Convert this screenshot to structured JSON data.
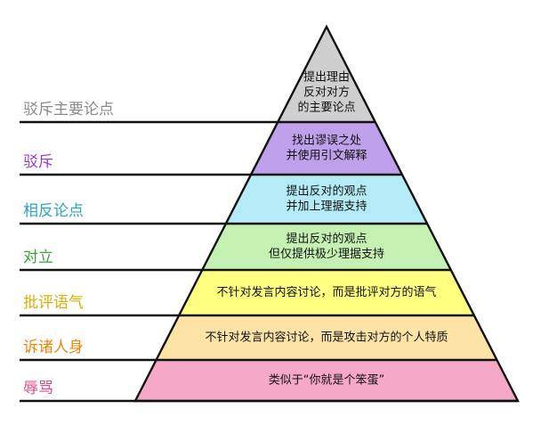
{
  "levels": [
    {
      "id": "l1",
      "label": "驳斥主要论点",
      "label_color": "#8a8a8a",
      "fill": "#cfcfcf",
      "text": [
        "提出理由",
        "反对对方",
        "的主要论点"
      ]
    },
    {
      "id": "l2",
      "label": "驳斥",
      "label_color": "#9b3fd1",
      "fill": "#bfa0ea",
      "text": [
        "找出谬误之处",
        "并使用引文解释"
      ]
    },
    {
      "id": "l3",
      "label": "相反论点",
      "label_color": "#2aa6c2",
      "fill": "#b4ebf6",
      "text": [
        "提出反对的观点",
        "并加上理据支持"
      ]
    },
    {
      "id": "l4",
      "label": "对立",
      "label_color": "#3aa33a",
      "fill": "#c4f0b2",
      "text": [
        "提出反对的观点",
        "但仅提供极少理据支持"
      ]
    },
    {
      "id": "l5",
      "label": "批评语气",
      "label_color": "#d2b400",
      "fill": "#ffff80",
      "text": [
        "不针对发言内容讨论，而是批评对方的语气"
      ]
    },
    {
      "id": "l6",
      "label": "诉诸人身",
      "label_color": "#e8870c",
      "fill": "#fee3a6",
      "text": [
        "不针对发言内容讨论，而是攻击对方的个人特质"
      ]
    },
    {
      "id": "l7",
      "label": "辱骂",
      "label_color": "#e04a8c",
      "fill": "#f6a8c8",
      "text": [
        "类似于“你就是个笨蛋”"
      ]
    }
  ]
}
